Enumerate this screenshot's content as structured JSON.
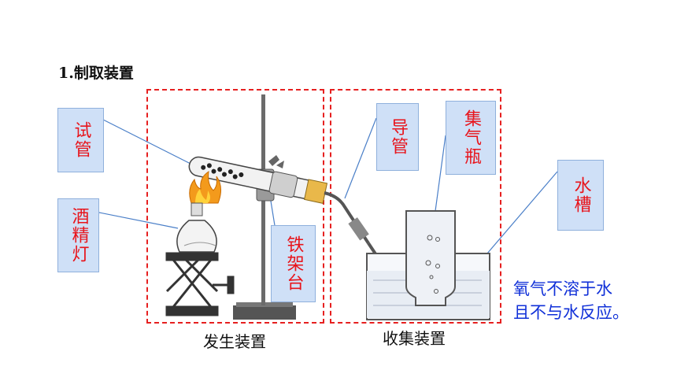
{
  "title": "1.制取装置",
  "labels": {
    "test_tube": "试管",
    "alcohol_lamp": "酒精灯",
    "iron_stand": "铁架台",
    "conduit": "导管",
    "gas_bottle": "集气瓶",
    "water_trough": "水槽"
  },
  "captions": {
    "generation": "发生装置",
    "collection": "收集装置"
  },
  "note": {
    "line1": "氧气不溶于水",
    "line2": "且不与水反应。"
  },
  "colors": {
    "label_text": "#e8141b",
    "label_bg": "#cfe0f7",
    "dash": "#e62020",
    "note": "#1030d8"
  }
}
